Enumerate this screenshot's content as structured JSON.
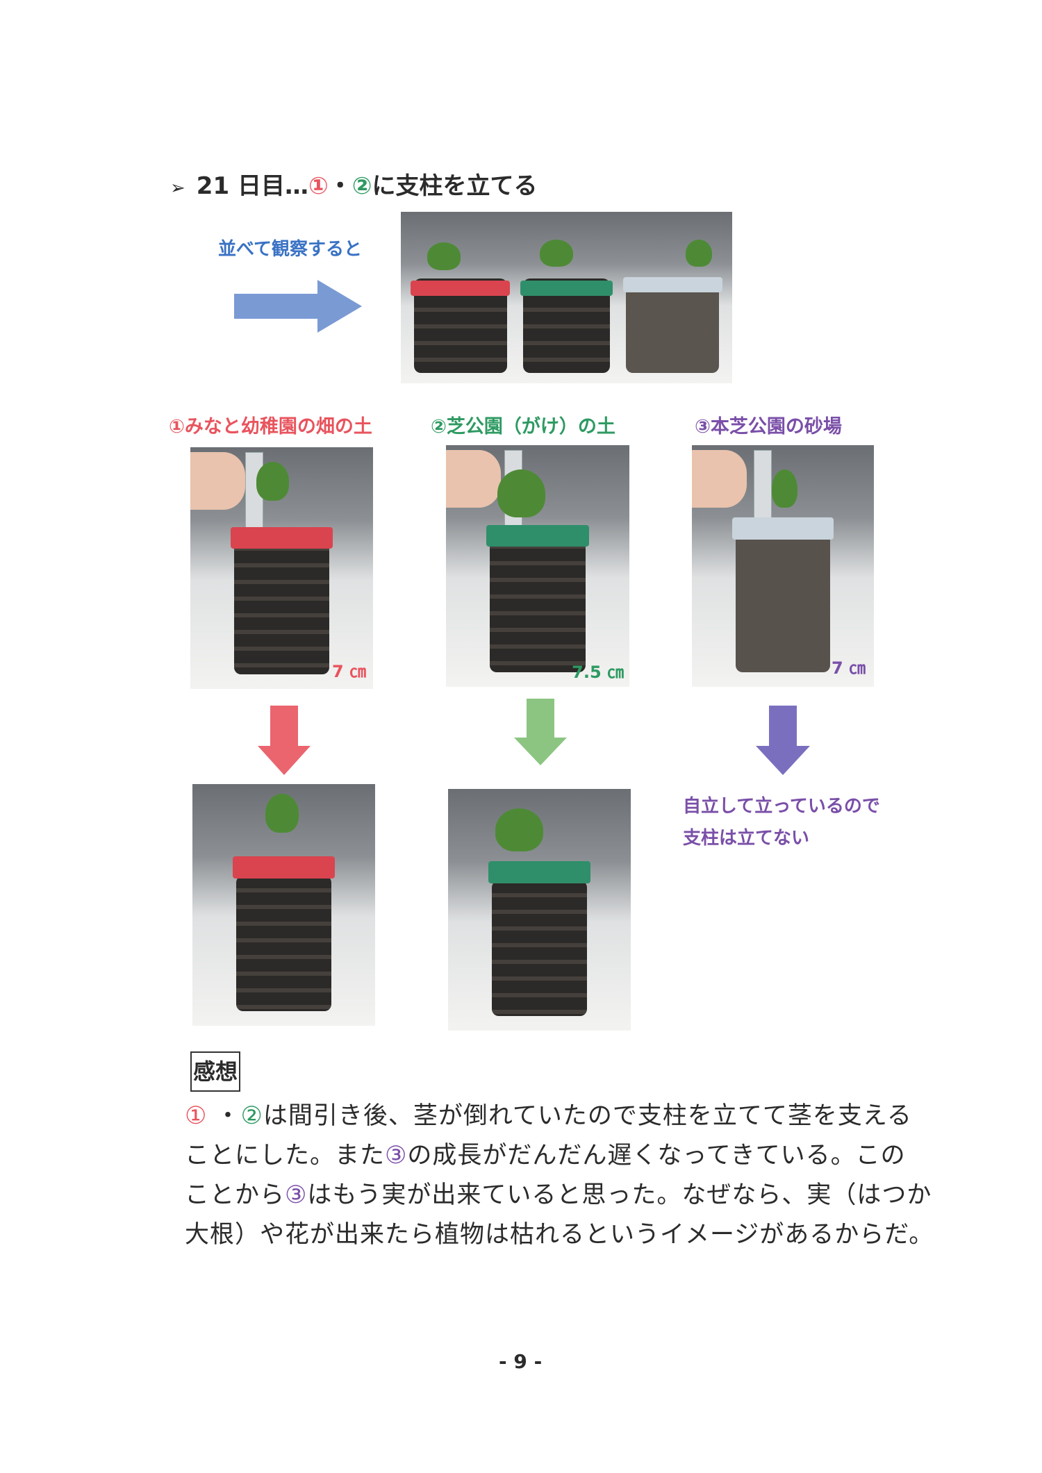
{
  "heading": {
    "bullet": "➢",
    "prefix": "21 日目…",
    "num1": "①",
    "dot": "・",
    "num2": "②",
    "suffix": "に支柱を立てる"
  },
  "compare_note": "並べて観察すると",
  "columns": [
    {
      "label": "①みなと幼稚園の畑の土",
      "measurement": "7 ㎝",
      "color": "#e8545e"
    },
    {
      "label": "②芝公園（がけ）の土",
      "measurement": "7.5 ㎝",
      "color": "#2e9a62"
    },
    {
      "label": "③本芝公園の砂場",
      "measurement": "7 ㎝",
      "color": "#7a4fa8"
    }
  ],
  "no_support_note": [
    "自立して立っているので",
    "支柱は立てない"
  ],
  "impressions": {
    "heading": "感想",
    "line1": {
      "n1": "①",
      "dot": " ・",
      "n2": "②",
      "text": "は間引き後、茎が倒れていたので支柱を立てて茎を支える"
    },
    "line2": {
      "a": "ことにした。また",
      "n3": "③",
      "b": "の成長がだんだん遅くなってきている。この"
    },
    "line3": {
      "a": "ことから",
      "n3": "③",
      "b": "はもう実が出来ていると思った。なぜなら、実（はつか"
    },
    "line4": "大根）や花が出来たら植物は枯れるというイメージがあるからだ。"
  },
  "page_number": "- 9 -"
}
